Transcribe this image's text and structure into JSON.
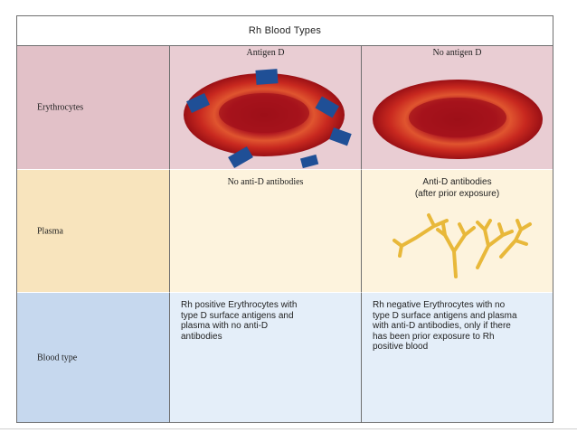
{
  "title": "Rh Blood Types",
  "rows": {
    "erythrocytes": "Erythrocytes",
    "plasma": "Plasma",
    "blood_type": "Blood type"
  },
  "positive": {
    "cell_label": "Antigen D",
    "plasma_label": "No anti-D antibodies",
    "blood_type_text": "Rh positive Erythrocytes with type D surface antigens and plasma with no anti-D antibodies"
  },
  "negative": {
    "cell_label": "No antigen D",
    "plasma_label_line1": "Anti-D antibodies",
    "plasma_label_line2": "(after prior exposure)",
    "blood_type_text": "Rh negative Erythrocytes with no type D surface antigens and plasma with anti-D antibodies, only if there has been prior exposure to Rh positive blood"
  },
  "colors": {
    "cell_outer": "#d03a2a",
    "cell_inner": "#a8121a",
    "antigen": "#1f4f96",
    "antibody": "#e8b83a"
  }
}
